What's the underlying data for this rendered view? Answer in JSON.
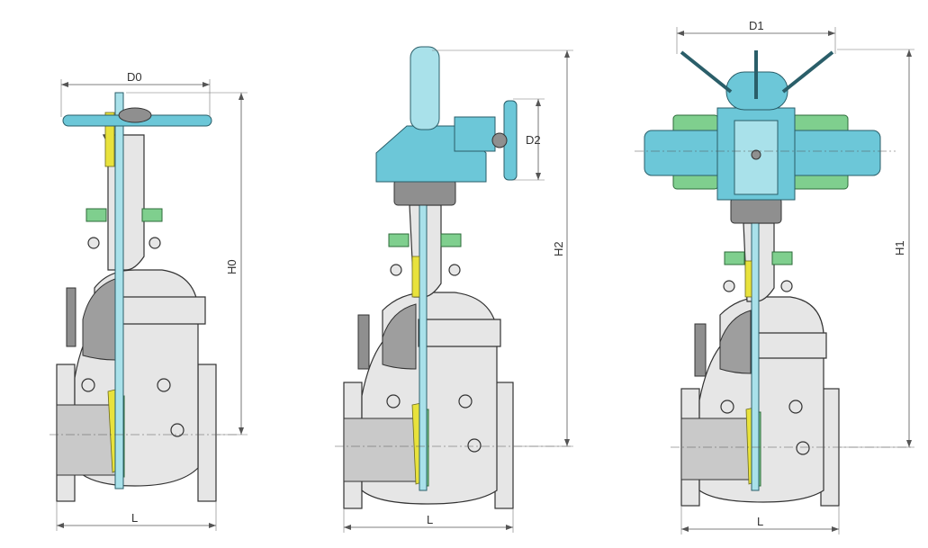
{
  "labels": {
    "d0": "D0",
    "h0": "H0",
    "l1": "L",
    "d2": "D2",
    "h2": "H2",
    "l2": "L",
    "d1": "D1",
    "h1": "H1",
    "l3": "L"
  },
  "colors": {
    "actuator": "#6cc7d8",
    "stem": "#a9e1ea",
    "yoke_green": "#7fcf8e",
    "seal_yellow": "#e8e23c",
    "body_gray": "#e6e6e6",
    "section_gray": "#9e9e9e"
  }
}
